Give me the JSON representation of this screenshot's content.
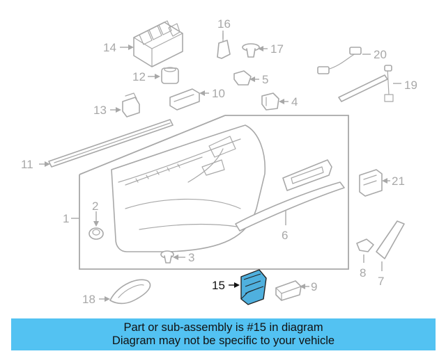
{
  "callouts": {
    "c1": "1",
    "c2": "2",
    "c3": "3",
    "c4": "4",
    "c5": "5",
    "c6": "6",
    "c7": "7",
    "c8": "8",
    "c9": "9",
    "c10": "10",
    "c11": "11",
    "c12": "12",
    "c13": "13",
    "c14": "14",
    "c15": "15",
    "c16": "16",
    "c17": "17",
    "c18": "18",
    "c19": "19",
    "c20": "20",
    "c21": "21"
  },
  "highlighted_part": "15",
  "colors": {
    "highlight": "#4fb0de",
    "banner": "#53c2f2",
    "line_art": "#a8a8a8"
  },
  "banner": {
    "line1": "Part or sub-assembly is #15 in diagram",
    "line2": "Diagram may not be specific to your vehicle"
  }
}
